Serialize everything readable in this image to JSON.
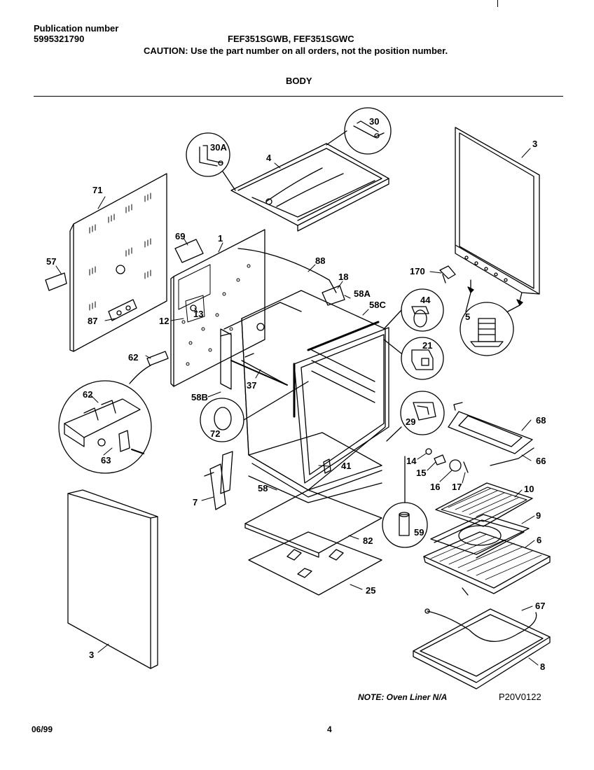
{
  "header": {
    "publication_label": "Publication number",
    "publication_number": "5995321790",
    "models": "FEF351SGWB, FEF351SGWC",
    "caution": "CAUTION:  Use the part number on all orders, not the position number.",
    "section_title": "BODY"
  },
  "footer": {
    "note": "NOTE:  Oven Liner N/A",
    "drawing_code": "P20V0122",
    "date": "06/99",
    "page_number": "4"
  },
  "callouts": {
    "c3_top": "3",
    "c4": "4",
    "c30": "30",
    "c30A": "30A",
    "c71": "71",
    "c57": "57",
    "c69": "69",
    "c1": "1",
    "c88": "88",
    "c18": "18",
    "c58A": "58A",
    "c58C": "58C",
    "c44": "44",
    "c5": "5",
    "c170": "170",
    "c87": "87",
    "c12": "12",
    "c13": "13",
    "c21": "21",
    "c62_top": "62",
    "c62": "62",
    "c63": "63",
    "c58B": "58B",
    "c37": "37",
    "c72": "72",
    "c29": "29",
    "c68": "68",
    "c66": "66",
    "c14": "14",
    "c15": "15",
    "c16": "16",
    "c17": "17",
    "c41": "41",
    "c58": "58",
    "c7": "7",
    "c10": "10",
    "c9": "9",
    "c6": "6",
    "c59": "59",
    "c82": "82",
    "c25": "25",
    "c3_bottom": "3",
    "c67": "67",
    "c8": "8"
  }
}
